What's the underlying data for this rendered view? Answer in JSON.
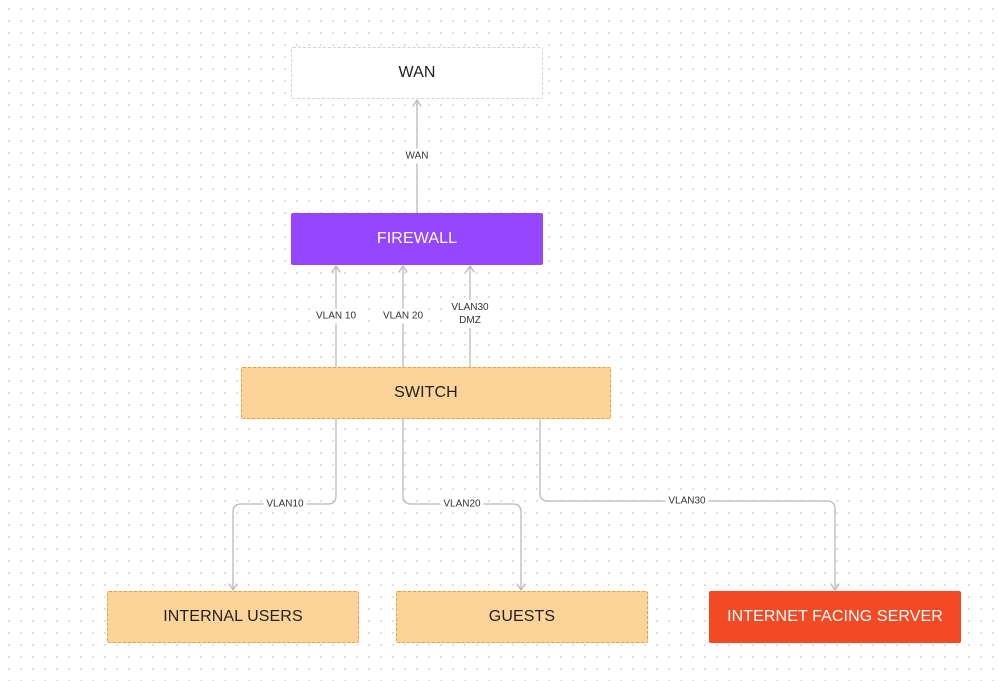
{
  "nodes": {
    "wan": "WAN",
    "firewall": "FIREWALL",
    "switch": "SWITCH",
    "internal_users": "INTERNAL USERS",
    "guests": "GUESTS",
    "internet_facing_server": "INTERNET FACING SERVER"
  },
  "edges": {
    "firewall_to_wan": "WAN",
    "switch_to_firewall_vlan10": "VLAN 10",
    "switch_to_firewall_vlan20": "VLAN 20",
    "switch_to_firewall_vlan30": [
      "VLAN30",
      "DMZ"
    ],
    "switch_to_internal_users": "VLAN10",
    "switch_to_guests": "VLAN20",
    "switch_to_server": "VLAN30"
  },
  "colors": {
    "firewall": "#9447ff",
    "switch": "#fcd398",
    "internal_users": "#fcd398",
    "guests": "#fcd398",
    "internet_facing_server": "#f24a24",
    "edge": "#b9b9be"
  }
}
